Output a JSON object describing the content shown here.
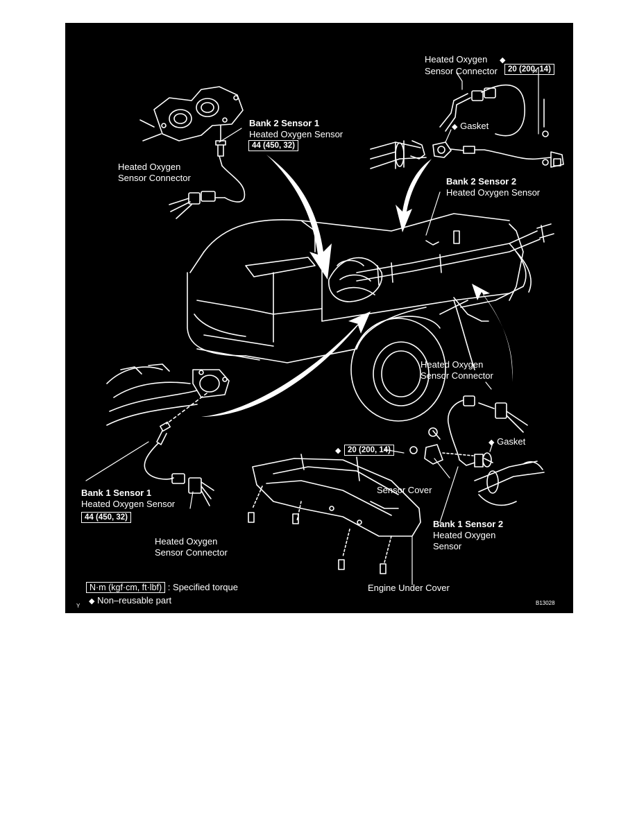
{
  "labels": {
    "b2s1_title": "Bank 2 Sensor 1",
    "b2s1_sub": "Heated Oxygen Sensor",
    "b2s1_torque": "44 (450, 32)",
    "conn_tl_1": "Heated   Oxygen",
    "conn_tl_2": "Sensor Connector",
    "conn_tr_1": "Heated Oxygen",
    "conn_tr_2": "Sensor Connector",
    "conn_tr_torque": "20 (200, 14)",
    "gasket_top": "Gasket",
    "b2s2_title": "Bank 2 Sensor 2",
    "b2s2_sub": "Heated Oxygen Sensor",
    "conn_mr_1": "Heated Oxygen",
    "conn_mr_2": "Sensor Connector",
    "gasket_bottom": "Gasket",
    "cover_torque": "20 (200, 14)",
    "sensor_cover": "Sensor Cover",
    "b1s1_title": "Bank 1 Sensor 1",
    "b1s1_sub": "Heated Oxygen Sensor",
    "b1s1_torque": "44 (450, 32)",
    "conn_bl_1": "Heated Oxygen",
    "conn_bl_2": "Sensor Connector",
    "b1s2_title": "Bank 1 Sensor 2",
    "b1s2_sub1": "Heated Oxygen",
    "b1s2_sub2": "Sensor",
    "engine_under_cover": "Engine Under Cover"
  },
  "legend": {
    "torque_box": "N·m (kgf·cm, ft·lbf)",
    "torque_text": ": Specified torque",
    "nonreusable": "Non–reusable part",
    "diamond_symbol": "◆"
  },
  "corner_mark": "Y",
  "figure_id": "B13028",
  "colors": {
    "background": "#000000",
    "ink": "#ffffff"
  }
}
